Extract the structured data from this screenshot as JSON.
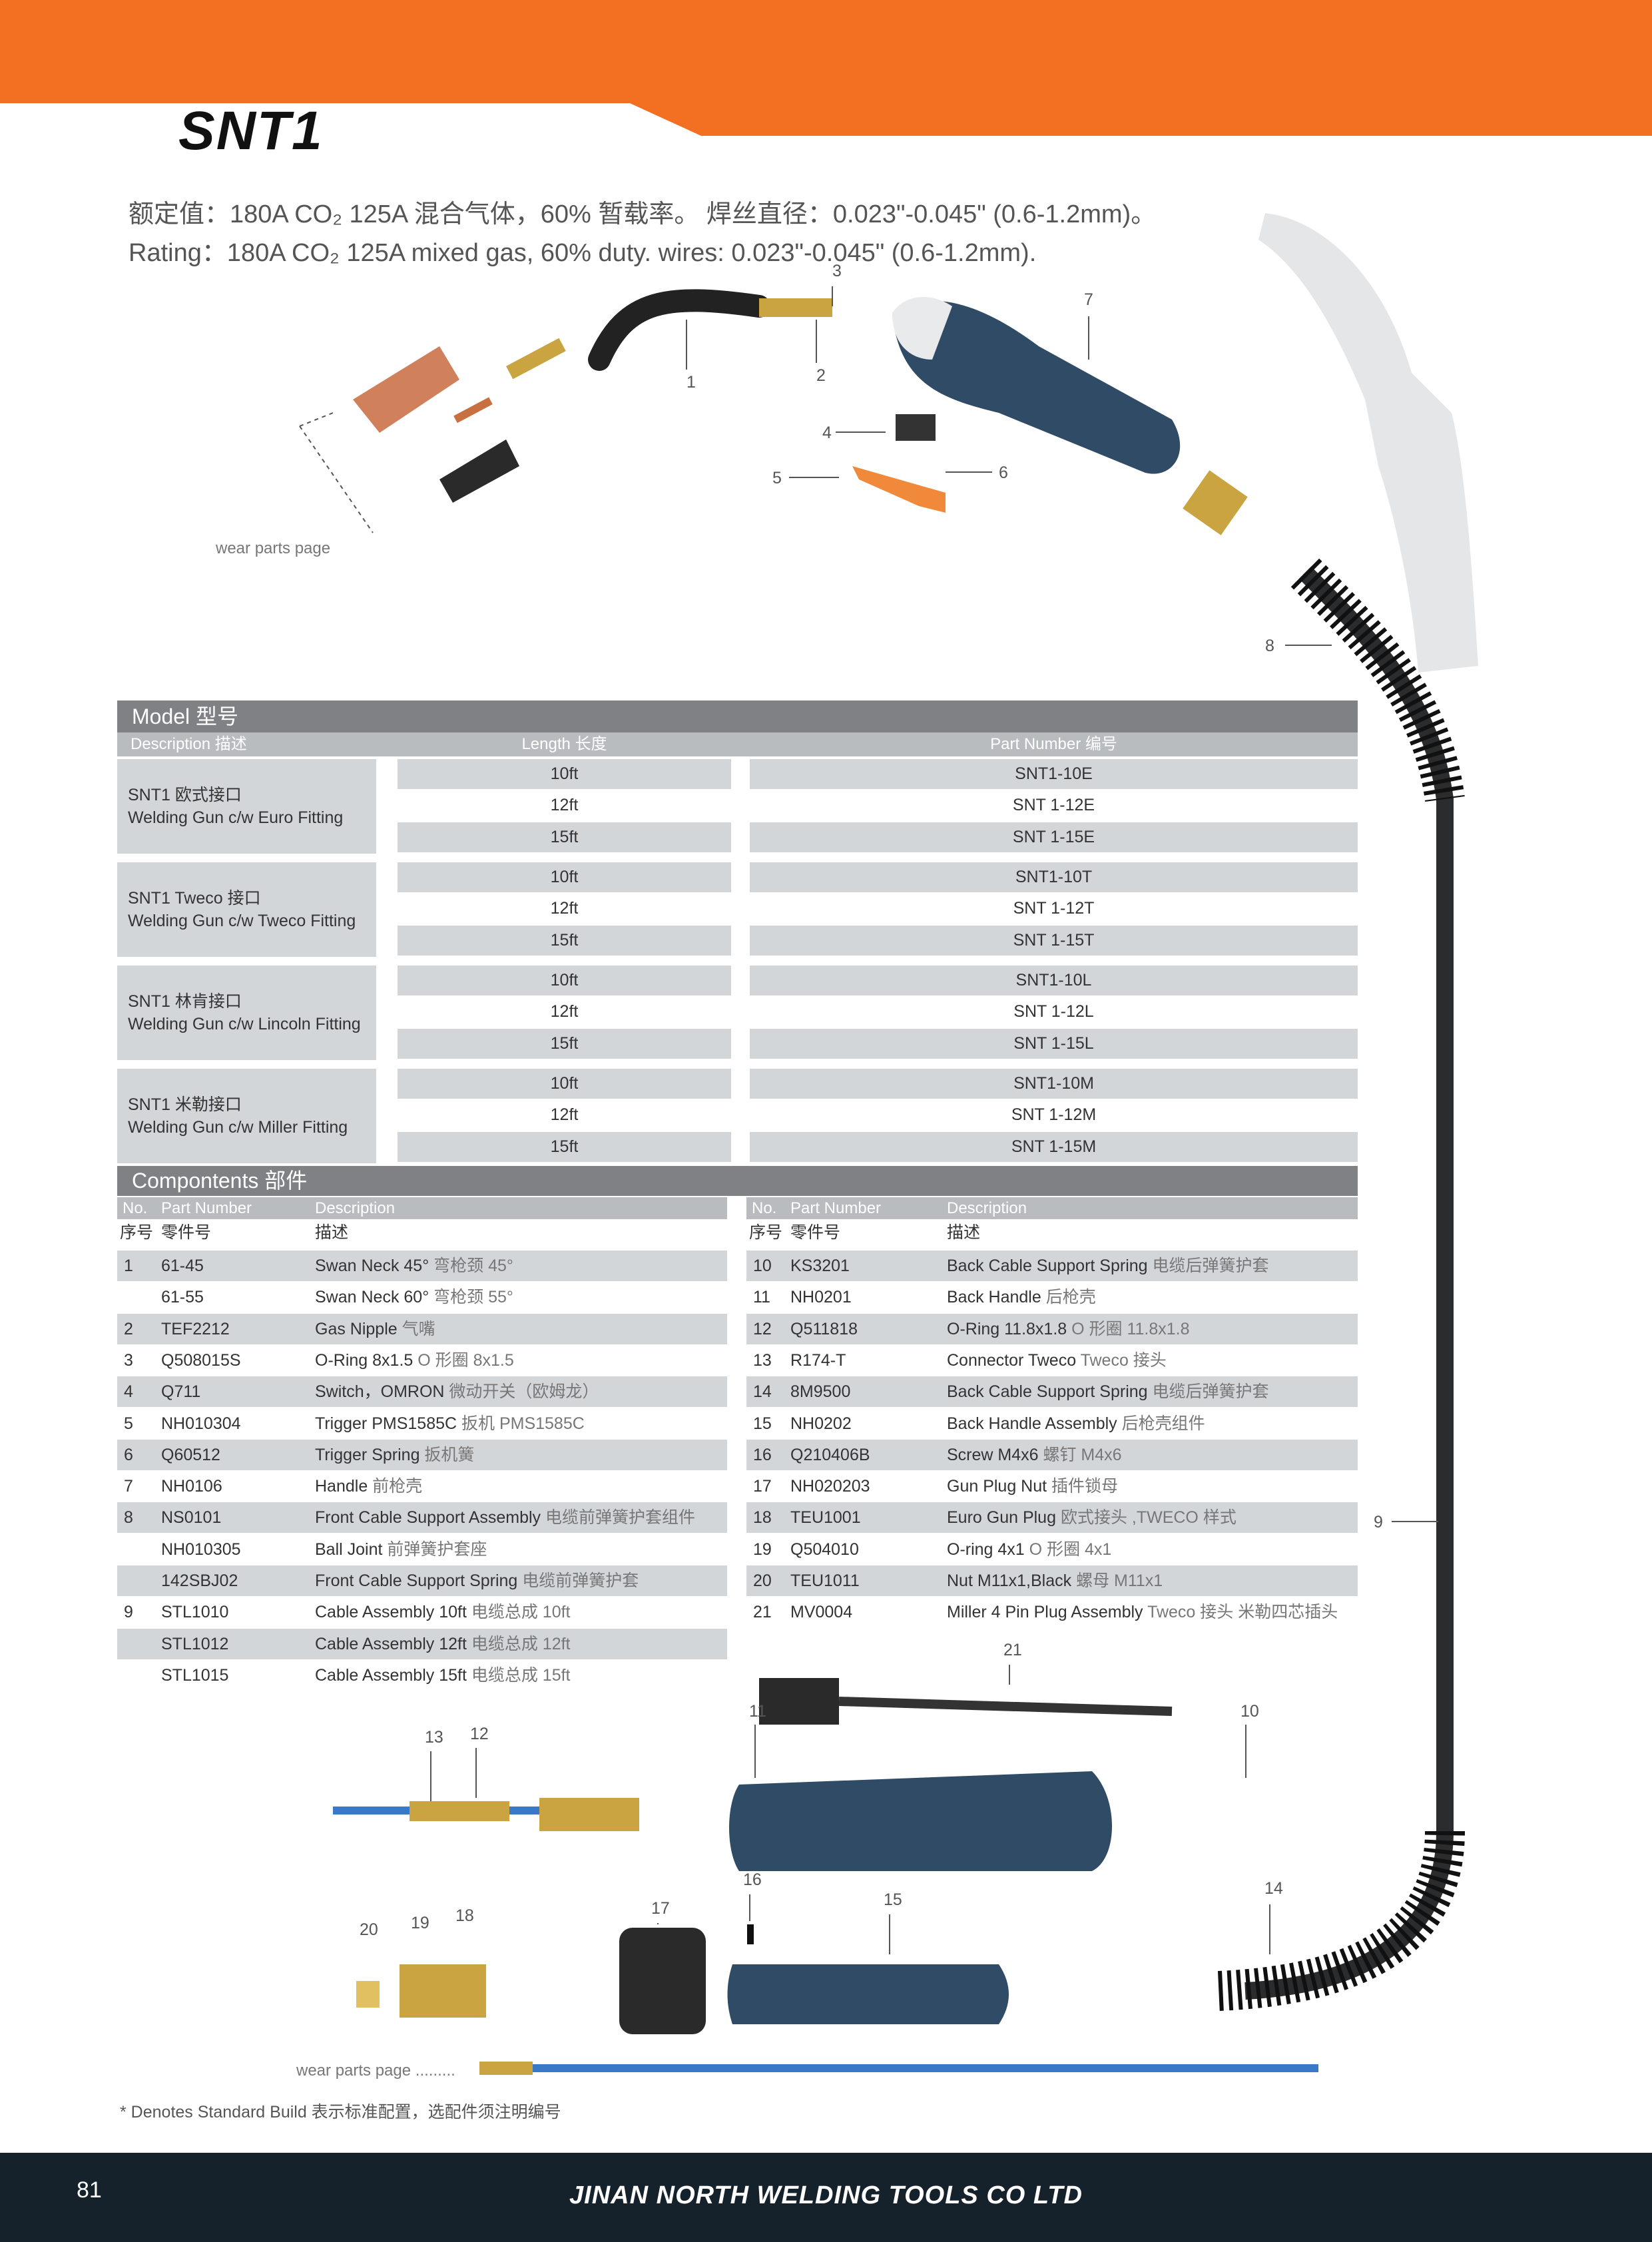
{
  "header": {
    "title": "SNT1",
    "accent_color": "#f36f21"
  },
  "specs": {
    "cn": "额定值：180A CO₂ 125A 混合气体，60% 暂载率。 焊丝直径：0.023\"-0.045\" (0.6-1.2mm)。",
    "en": "Rating：180A CO₂ 125A mixed gas, 60% duty. wires: 0.023\"-0.045\" (0.6-1.2mm)."
  },
  "labels": {
    "wear_parts_top": "wear parts page",
    "wear_parts_bottom": "wear parts page ........."
  },
  "callouts": [
    "1",
    "2",
    "3",
    "4",
    "5",
    "6",
    "7",
    "8",
    "9",
    "10",
    "11",
    "12",
    "13",
    "14",
    "15",
    "16",
    "17",
    "18",
    "19",
    "20",
    "21"
  ],
  "model": {
    "title": "Model 型号",
    "headers": {
      "description": "Description 描述",
      "length": "Length 长度",
      "part_number": "Part Number 编号"
    },
    "groups": [
      {
        "name_cn": "SNT1 欧式接口",
        "name_en": "Welding Gun c/w Euro Fitting",
        "rows": [
          {
            "length": "10ft",
            "part": "SNT1-10E"
          },
          {
            "length": "12ft",
            "part": "SNT 1-12E"
          },
          {
            "length": "15ft",
            "part": "SNT 1-15E"
          }
        ]
      },
      {
        "name_cn": "SNT1 Tweco 接口",
        "name_en": "Welding Gun c/w Tweco Fitting",
        "rows": [
          {
            "length": "10ft",
            "part": "SNT1-10T"
          },
          {
            "length": "12ft",
            "part": "SNT 1-12T"
          },
          {
            "length": "15ft",
            "part": "SNT 1-15T"
          }
        ]
      },
      {
        "name_cn": "SNT1 林肯接口",
        "name_en": "Welding Gun c/w Lincoln Fitting",
        "rows": [
          {
            "length": "10ft",
            "part": "SNT1-10L"
          },
          {
            "length": "12ft",
            "part": "SNT 1-12L"
          },
          {
            "length": "15ft",
            "part": "SNT 1-15L"
          }
        ]
      },
      {
        "name_cn": "SNT1 米勒接口",
        "name_en": "Welding Gun c/w Miller Fitting",
        "rows": [
          {
            "length": "10ft",
            "part": "SNT1-10M"
          },
          {
            "length": "12ft",
            "part": "SNT 1-12M"
          },
          {
            "length": "15ft",
            "part": "SNT 1-15M"
          }
        ]
      }
    ]
  },
  "components": {
    "title": "Compontents 部件",
    "headers_en": {
      "no": "No.",
      "part": "Part Number",
      "desc": "Description"
    },
    "headers_cn": {
      "no": "序号",
      "part": "零件号",
      "desc": "描述"
    },
    "left": [
      {
        "no": "1",
        "part": "61-45",
        "en": "Swan Neck 45°",
        "cn": "弯枪颈 45°"
      },
      {
        "no": "",
        "part": "61-55",
        "en": "Swan Neck 60°",
        "cn": "弯枪颈 55°"
      },
      {
        "no": "2",
        "part": "TEF2212",
        "en": "Gas Nipple",
        "cn": "气嘴"
      },
      {
        "no": "3",
        "part": "Q508015S",
        "en": "O-Ring 8x1.5",
        "cn": "O 形圈 8x1.5"
      },
      {
        "no": "4",
        "part": "Q711",
        "en": "Switch，OMRON",
        "cn": "微动开关（欧姆龙）"
      },
      {
        "no": "5",
        "part": "NH010304",
        "en": "Trigger PMS1585C",
        "cn": "扳机 PMS1585C"
      },
      {
        "no": "6",
        "part": "Q60512",
        "en": "Trigger Spring",
        "cn": "扳机簧"
      },
      {
        "no": "7",
        "part": "NH0106",
        "en": "Handle",
        "cn": "前枪壳"
      },
      {
        "no": "8",
        "part": "NS0101",
        "en": "Front Cable Support Assembly",
        "cn": "电缆前弹簧护套组件"
      },
      {
        "no": "",
        "part": "NH010305",
        "en": "Ball Joint",
        "cn": "前弹簧护套座"
      },
      {
        "no": "",
        "part": "142SBJ02",
        "en": "Front Cable Support Spring",
        "cn": "电缆前弹簧护套"
      },
      {
        "no": "9",
        "part": "STL1010",
        "en": "Cable Assembly 10ft",
        "cn": "电缆总成 10ft"
      },
      {
        "no": "",
        "part": "STL1012",
        "en": "Cable Assembly 12ft",
        "cn": "电缆总成 12ft"
      },
      {
        "no": "",
        "part": "STL1015",
        "en": "Cable Assembly 15ft",
        "cn": "电缆总成 15ft"
      }
    ],
    "right": [
      {
        "no": "10",
        "part": "KS3201",
        "en": "Back Cable Support Spring",
        "cn": "电缆后弹簧护套"
      },
      {
        "no": "11",
        "part": "NH0201",
        "en": "Back Handle",
        "cn": "后枪壳"
      },
      {
        "no": "12",
        "part": "Q511818",
        "en": "O-Ring 11.8x1.8",
        "cn": "O 形圈 11.8x1.8"
      },
      {
        "no": "13",
        "part": "R174-T",
        "en": "Connector Tweco",
        "cn": "Tweco 接头"
      },
      {
        "no": "14",
        "part": "8M9500",
        "en": "Back Cable Support Spring",
        "cn": "电缆后弹簧护套"
      },
      {
        "no": "15",
        "part": "NH0202",
        "en": "Back Handle Assembly",
        "cn": "后枪壳组件"
      },
      {
        "no": "16",
        "part": "Q210406B",
        "en": "Screw M4x6",
        "cn": "螺钉 M4x6"
      },
      {
        "no": "17",
        "part": "NH020203",
        "en": "Gun Plug Nut",
        "cn": "插件锁母"
      },
      {
        "no": "18",
        "part": "TEU1001",
        "en": "Euro Gun Plug",
        "cn": "欧式接头 ,TWECO 样式"
      },
      {
        "no": "19",
        "part": "Q504010",
        "en": "O-ring 4x1",
        "cn": "O 形圈 4x1"
      },
      {
        "no": "20",
        "part": "TEU1011",
        "en": "Nut M11x1,Black",
        "cn": "螺母 M11x1"
      },
      {
        "no": "21",
        "part": "MV0004",
        "en": "Miller 4 Pin Plug Assembly",
        "cn": "Tweco 接头 米勒四芯插头"
      }
    ]
  },
  "note": "* Denotes Standard Build 表示标准配置，选配件须注明编号",
  "footer": {
    "page": "81",
    "company": "JINAN NORTH WELDING TOOLS CO LTD"
  }
}
